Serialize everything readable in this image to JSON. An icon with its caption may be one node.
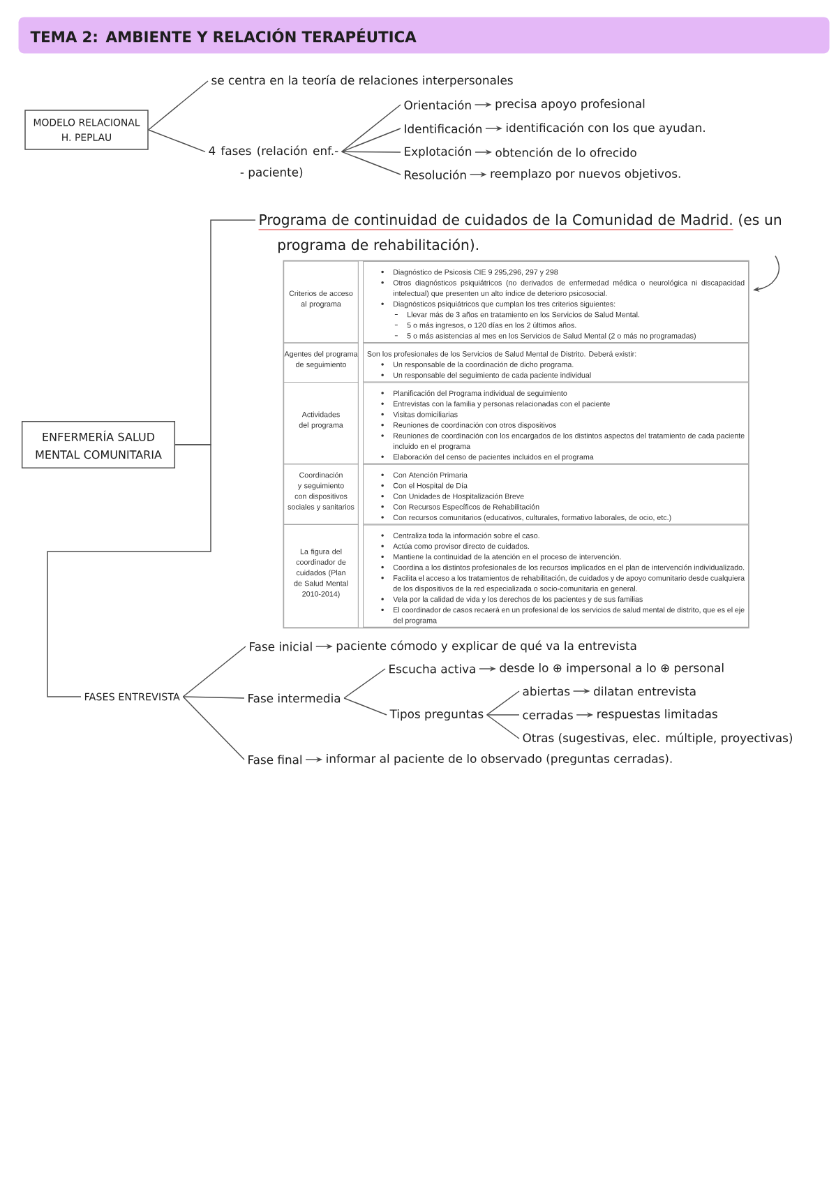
{
  "diagram": {
    "title": "TEMA 2: AMBIENTE Y RELACIÓN TERAPÉUTICA",
    "nodes": [
      {
        "text": [
          "MODELO RELACIONAL H. PEPLAU"
        ]
      },
      {
        "text": [
          "se centra en la teoría de relaciones interpersonales"
        ]
      },
      {
        "text": [
          "4 fases (relación enf.- - paciente)"
        ]
      },
      {
        "text": [
          "Orientación"
        ]
      },
      {
        "text": [
          "precisa apoyo profesional"
        ]
      },
      {
        "text": [
          "Identificación"
        ]
      },
      {
        "text": [
          "identificación con los que ayudan."
        ]
      },
      {
        "text": [
          "Explotación"
        ]
      },
      {
        "text": [
          "obtención de lo ofrecido"
        ]
      },
      {
        "text": [
          "Resolución"
        ]
      },
      {
        "text": [
          "reemplazo por nuevos objetivos."
        ]
      },
      {
        "text": [
          "ENFERMERÍA SALUD MENTAL COMUNITARIA"
        ]
      },
      {
        "text": [
          "Programa de continuidad de cuidados de la Comunidad de Madrid.",
          "(es un programa de rehabilitación)."
        ]
      },
      {
        "text": [],
        "shape": "box"
      },
      {
        "text": [
          "Criterios de acceso al programa"
        ],
        "in": 13
      },
      {
        "text": [
          "Diagnóstico de Psicosis CIE 9 295,296, 297 y 298",
          "Otros diagnósticos psiquiátricos (no derivados de enfermedad médica o neurológica ni discapacidad intelectual) que presenten un alto índice de deterioro psicosocial.",
          "Diagnósticos psiquiátricos que cumplan los tres criterios siguientes:",
          "Llevar más de 3 años en tratamiento en los Servicios de Salud Mental.",
          "5 o más ingresos, o 120 días en los 2 últimos años.",
          "5 o más asistencias al mes en los Servicios de Salud Mental (2 o más no programadas)"
        ],
        "in": 13
      },
      {
        "text": [
          "Agentes del programa de seguimiento"
        ],
        "in": 13
      },
      {
        "text": [
          "Son los profesionales de los Servicios de Salud Mental de Distrito. Deberá existir:",
          "Un responsable de la coordinación de dicho programa.",
          "Un responsable del seguimiento de cada paciente individual"
        ],
        "in": 13
      },
      {
        "text": [
          "Actividades del programa"
        ],
        "in": 13
      },
      {
        "text": [
          "Planificación del Programa individual de seguimiento",
          "Entrevistas con la familia y personas relacionadas con el paciente",
          "Visitas domiciliarias",
          "Reuniones de coordinación con otros dispositivos",
          "Reuniones de coordinación con los encargados de los distintos aspectos del tratamiento de cada paciente incluido en el programa",
          "Elaboración del censo de pacientes incluidos en el programa"
        ],
        "in": 13
      },
      {
        "text": [
          "Coordinación y seguimiento con dispositivos sociales y sanitarios"
        ],
        "in": 13
      },
      {
        "text": [
          "Con Atención Primaria",
          "Con el Hospital de Día",
          "Con Unidades de Hospitalización Breve",
          "Con Recursos Específicos de Rehabilitación",
          "Con recursos comunitarios (educativos, culturales, formativo laborales, de ocio, etc.)"
        ],
        "in": 13
      },
      {
        "text": [
          "La figura del coordinador de cuidados (Plan de Salud Mental 2010-2014)"
        ],
        "in": 13
      },
      {
        "text": [
          "Centraliza toda la información sobre el caso.",
          "Actúa como provisor directo de cuidados.",
          "Mantiene la continuidad de la atención en el proceso de intervención.",
          "Coordina a los distintos profesionales de los recursos implicados en el plan de intervención individualizado.",
          "Facilita el acceso a los tratamientos de rehabilitación, de cuidados y de apoyo comunitario desde cualquiera de los dispositivos de la red especializada o socio-comunitaria en general.",
          "Vela por la calidad de vida y los derechos de los pacientes y de sus familias",
          "El coordinador de casos recaerá en un profesional de los servicios de salud mental de distrito, que es el eje del programa"
        ],
        "in": 13
      },
      {
        "text": [
          "FASES ENTREVISTA"
        ]
      },
      {
        "text": [
          "Fase inicial"
        ]
      },
      {
        "text": [
          "paciente cómodo y explicar de qué va la entrevista"
        ]
      },
      {
        "text": [
          "Fase intermedia"
        ]
      },
      {
        "text": [
          "Escucha activa"
        ]
      },
      {
        "text": [
          "desde lo ⊕ impersonal a lo ⊕ personal"
        ]
      },
      {
        "text": [
          "Tipos preguntas"
        ]
      },
      {
        "text": [
          "abiertas"
        ]
      },
      {
        "text": [
          "dilatan entrevista"
        ]
      },
      {
        "text": [
          "cerradas"
        ]
      },
      {
        "text": [
          "respuestas limitadas"
        ]
      },
      {
        "text": [
          "Otras (sugestivas, elec. múltiple, proyectivas)"
        ]
      },
      {
        "text": [
          "Fase final"
        ]
      },
      {
        "text": [
          "informar al paciente de lo observado (preguntas cerradas)."
        ]
      }
    ],
    "edges": [
      {
        "from": 0,
        "to": 1,
        "arrow": "none"
      },
      {
        "from": 0,
        "to": 2,
        "arrow": "none"
      },
      {
        "from": 2,
        "to": 3,
        "arrow": "none"
      },
      {
        "from": 2,
        "to": 5,
        "arrow": "none"
      },
      {
        "from": 2,
        "to": 7,
        "arrow": "none"
      },
      {
        "from": 2,
        "to": 9,
        "arrow": "none"
      },
      {
        "from": 3,
        "to": 4,
        "arrow": "to"
      },
      {
        "from": 5,
        "to": 6,
        "arrow": "to"
      },
      {
        "from": 7,
        "to": 8,
        "arrow": "to"
      },
      {
        "from": 9,
        "to": 10,
        "arrow": "to"
      },
      {
        "from": 11,
        "to": 12,
        "arrow": "none"
      },
      {
        "from": 11,
        "to": 24,
        "arrow": "none"
      },
      {
        "from": 12,
        "to": 13,
        "arrow": "to"
      },
      {
        "from": 24,
        "to": 25,
        "arrow": "none"
      },
      {
        "from": 24,
        "to": 27,
        "arrow": "none"
      },
      {
        "from": 24,
        "to": 36,
        "arrow": "none"
      },
      {
        "from": 25,
        "to": 26,
        "arrow": "to"
      },
      {
        "from": 27,
        "to": 28,
        "arrow": "none"
      },
      {
        "from": 27,
        "to": 30,
        "arrow": "none"
      },
      {
        "from": 28,
        "to": 29,
        "arrow": "to"
      },
      {
        "from": 30,
        "to": 31,
        "arrow": "none"
      },
      {
        "from": 30,
        "to": 33,
        "arrow": "none"
      },
      {
        "from": 30,
        "to": 35,
        "arrow": "none"
      },
      {
        "from": 31,
        "to": 32,
        "arrow": "to"
      },
      {
        "from": 33,
        "to": 34,
        "arrow": "to"
      },
      {
        "from": 36,
        "to": 37,
        "arrow": "to"
      }
    ]
  }
}
